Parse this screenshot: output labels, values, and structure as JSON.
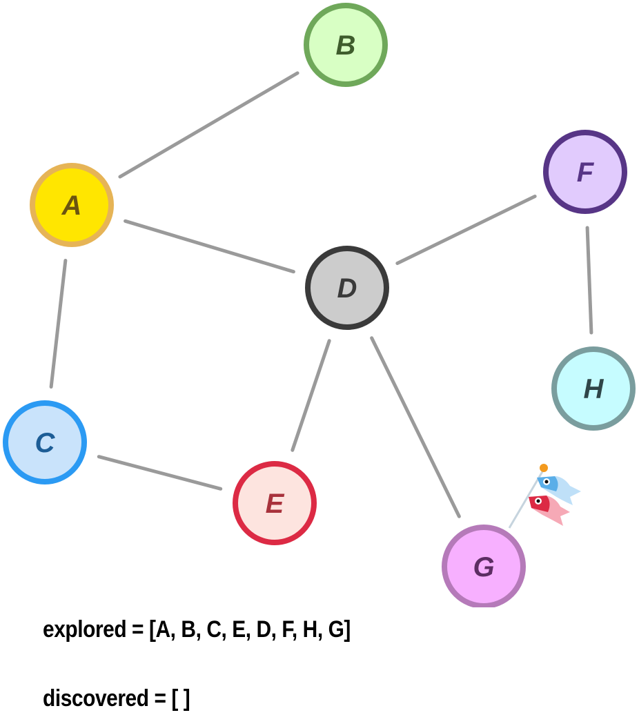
{
  "graph": {
    "nodes": [
      {
        "id": "A",
        "label": "A",
        "fill": "#ffe600",
        "stroke": "#e6b456",
        "text": "#6b5410"
      },
      {
        "id": "B",
        "label": "B",
        "fill": "#d8ffc4",
        "stroke": "#6fa85a",
        "text": "#3e5c2c"
      },
      {
        "id": "C",
        "label": "C",
        "fill": "#c9e3fb",
        "stroke": "#2b9af3",
        "text": "#1c5d96"
      },
      {
        "id": "D",
        "label": "D",
        "fill": "#cccccc",
        "stroke": "#3a3a3a",
        "text": "#3a3a3a"
      },
      {
        "id": "E",
        "label": "E",
        "fill": "#fde4df",
        "stroke": "#dc2a44",
        "text": "#a8323c"
      },
      {
        "id": "F",
        "label": "F",
        "fill": "#e1cbfd",
        "stroke": "#573586",
        "text": "#573586"
      },
      {
        "id": "G",
        "label": "G",
        "fill": "#f7b0ff",
        "stroke": "#b57ab9",
        "text": "#5c2d63"
      },
      {
        "id": "H",
        "label": "H",
        "fill": "#c6fcff",
        "stroke": "#7a9d9e",
        "text": "#2f4548"
      }
    ],
    "edges": [
      [
        "A",
        "B"
      ],
      [
        "A",
        "D"
      ],
      [
        "A",
        "C"
      ],
      [
        "C",
        "E"
      ],
      [
        "D",
        "E"
      ],
      [
        "D",
        "F"
      ],
      [
        "D",
        "G"
      ],
      [
        "F",
        "H"
      ]
    ],
    "edge_color": "#9a9a9a",
    "decoration": "koinobori-flag-icon"
  },
  "state": {
    "explored": "explored = [A, B, C, E, D, F, H, G]",
    "discovered": "discovered = [ ]"
  }
}
